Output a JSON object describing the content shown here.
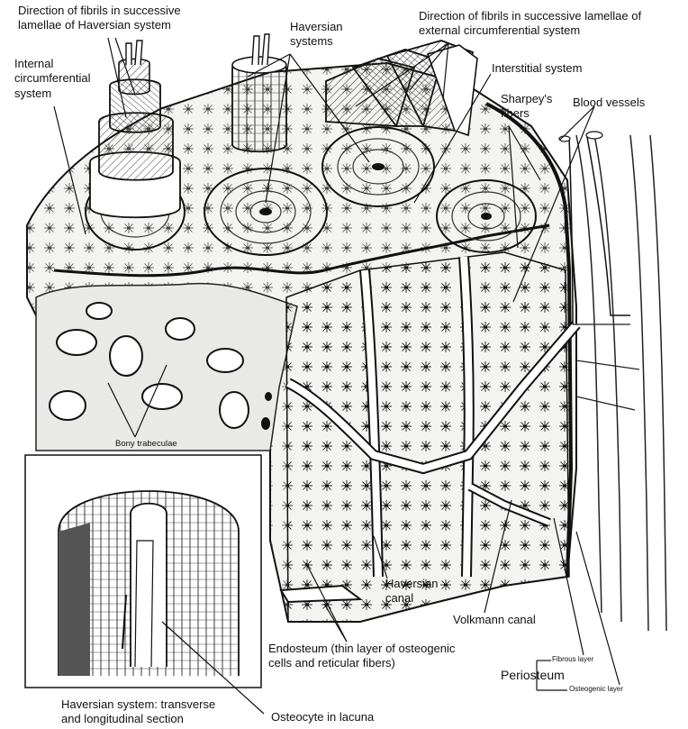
{
  "labels": {
    "fibrils_haversian": "Direction of fibrils in successive\nlamellae of Haversian system",
    "haversian_systems": "Haversian\nsystems",
    "fibrils_external": "Direction of fibrils in successive lamellae of\nexternal circumferential system",
    "internal_circumferential": "Internal\ncircumferential\nsystem",
    "interstitial_system": "Interstitial system",
    "sharpeys_fibers": "Sharpey's\nfibers",
    "blood_vessels": "Blood vessels",
    "bony_trabeculae": "Bony trabeculae",
    "haversian_canal": "Haversian\ncanal",
    "volkmann_canal": "Volkmann canal",
    "endosteum": "Endosteum (thin layer of osteogenic\ncells and reticular fibers)",
    "periosteum": "Periosteum",
    "fibrous_layer": "Fibrous layer",
    "osteogenic_layer": "Osteogenic layer",
    "inset_caption": "Haversian system: transverse\nand longitudinal section",
    "osteocyte": "Osteocyte in lacuna"
  },
  "colors": {
    "ink": "#111111",
    "paper": "#ffffff",
    "bone_fill": "#f3f3f1",
    "canal_fill": "#ffffff"
  }
}
